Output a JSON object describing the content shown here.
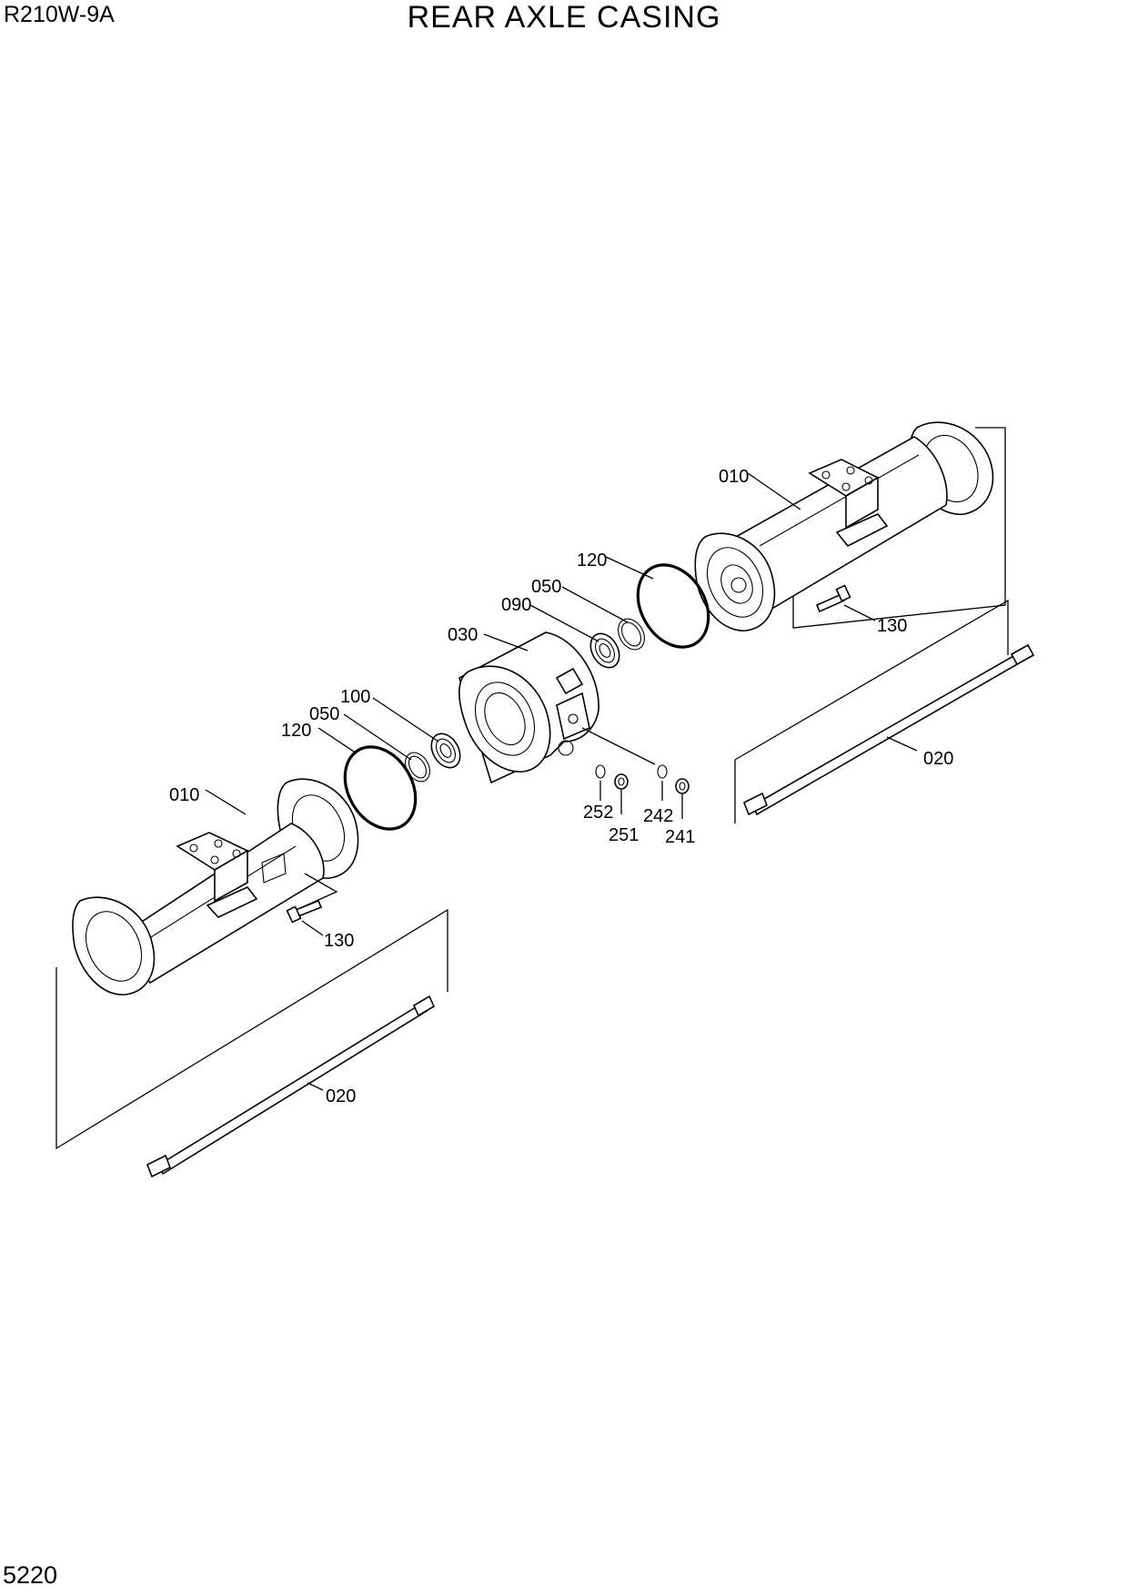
{
  "header": {
    "model": "R210W-9A",
    "title": "REAR AXLE CASING"
  },
  "footer": {
    "page_number": "5220"
  },
  "diagram": {
    "callouts": {
      "c010_right": "010",
      "c120_right": "120",
      "c050_right": "050",
      "c090": "090",
      "c030": "030",
      "c130_right": "130",
      "c020_right": "020",
      "c100": "100",
      "c050_left": "050",
      "c120_left": "120",
      "c010_left": "010",
      "c252": "252",
      "c251": "251",
      "c242": "242",
      "c241": "241",
      "c130_left": "130",
      "c020_left": "020"
    }
  }
}
